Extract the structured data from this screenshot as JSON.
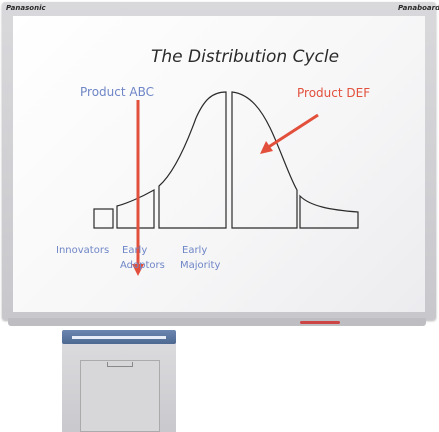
{
  "frame": {
    "brand_left": "Panasonic",
    "brand_right": "Panaboard"
  },
  "whiteboard": {
    "title": "The Distribution Cycle",
    "annotations": {
      "product_abc": "Product ABC",
      "product_def": "Product DEF"
    },
    "segment_labels": {
      "innovators": "Innovators",
      "early_adopters_line1": "Early",
      "early_adopters_line2": "Adoptors",
      "early_majority_line1": "Early",
      "early_majority_line2": "Majority"
    }
  },
  "colors": {
    "ink_black": "#2b2b2b",
    "ink_blue": "#6f86c7",
    "ink_red": "#e2503c",
    "printer_accent": "#4d6891"
  }
}
